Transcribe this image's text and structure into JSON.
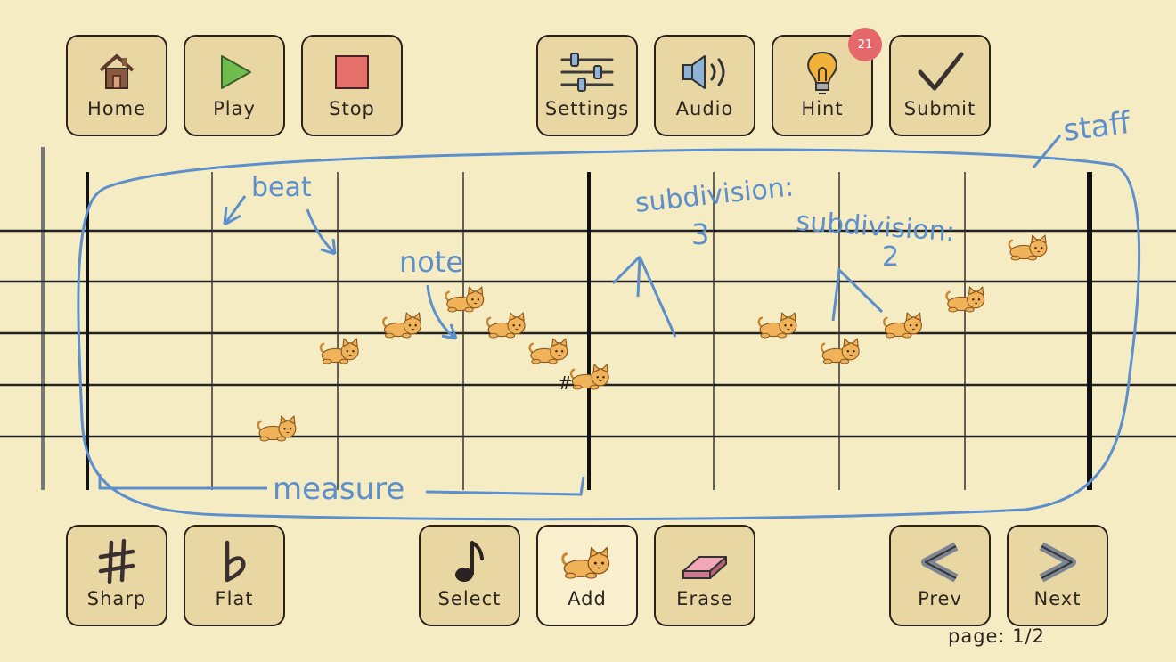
{
  "toolbar_top": {
    "home_label": "Home",
    "play_label": "Play",
    "stop_label": "Stop",
    "settings_label": "Settings",
    "audio_label": "Audio",
    "hint_label": "Hint",
    "hint_badge": "21",
    "submit_label": "Submit"
  },
  "toolbar_bottom": {
    "sharp_label": "Sharp",
    "flat_label": "Flat",
    "select_label": "Select",
    "add_label": "Add",
    "erase_label": "Erase",
    "prev_label": "Prev",
    "next_label": "Next"
  },
  "pagination": {
    "text": "page: 1/2"
  },
  "annotations": {
    "beat": "beat",
    "note": "note",
    "measure": "measure",
    "staff": "staff",
    "subdivision_3": "subdivision:",
    "subdivision_3_value": "3",
    "subdivision_2": "subdivision:",
    "subdivision_2_value": "2"
  },
  "notes": {
    "sharp_symbol": "#",
    "placed": [
      {
        "beat": 2.5,
        "line": "below-5"
      },
      {
        "beat": 3.0,
        "line": "space-3"
      },
      {
        "beat": 3.5,
        "line": "line-3"
      },
      {
        "beat": 4.0,
        "line": "space-2"
      },
      {
        "beat": 4.33,
        "line": "line-3"
      },
      {
        "beat": 4.67,
        "line": "space-3"
      },
      {
        "beat": 5.0,
        "line": "line-4",
        "accidental": "sharp"
      },
      {
        "beat": 6.5,
        "line": "line-3"
      },
      {
        "beat": 7.0,
        "line": "space-3"
      },
      {
        "beat": 7.5,
        "line": "line-3"
      },
      {
        "beat": 8.0,
        "line": "space-2"
      },
      {
        "beat": 8.5,
        "line": "space-1"
      }
    ]
  },
  "colors": {
    "background": "#f6ecc4",
    "button": "#e9d7a3",
    "button_active": "#f9efcd",
    "annotation": "#5c8fcc",
    "cat": "#f0b35a",
    "badge": "#e5686a"
  }
}
